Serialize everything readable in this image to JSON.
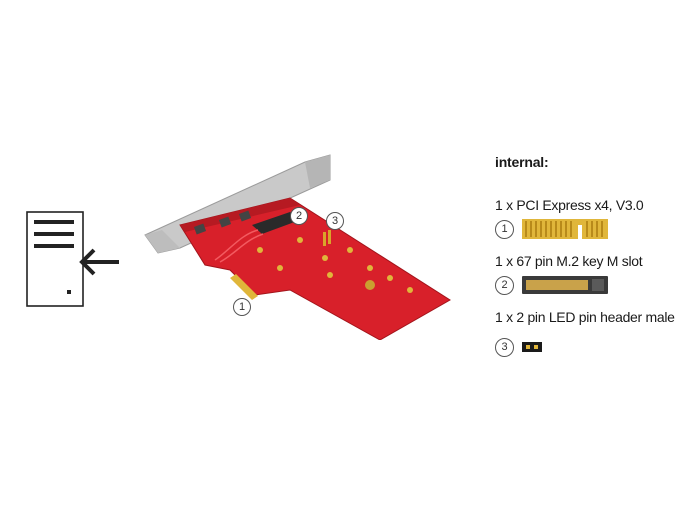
{
  "section_title": "internal:",
  "items": [
    {
      "number": "1",
      "label": "1 x PCI Express x4, V3.0",
      "icon": "pcie-edge-connector-icon"
    },
    {
      "number": "2",
      "label": "1 x 67 pin M.2 key M slot",
      "icon": "m2-slot-icon"
    },
    {
      "number": "3",
      "label": "1 x 2 pin LED pin header male",
      "icon": "pin-header-icon"
    }
  ],
  "callouts": [
    "1",
    "2",
    "3"
  ],
  "colors": {
    "pcb": "#d8202a",
    "gold": "#e0b63a",
    "bracket": "#c9c9c9"
  }
}
